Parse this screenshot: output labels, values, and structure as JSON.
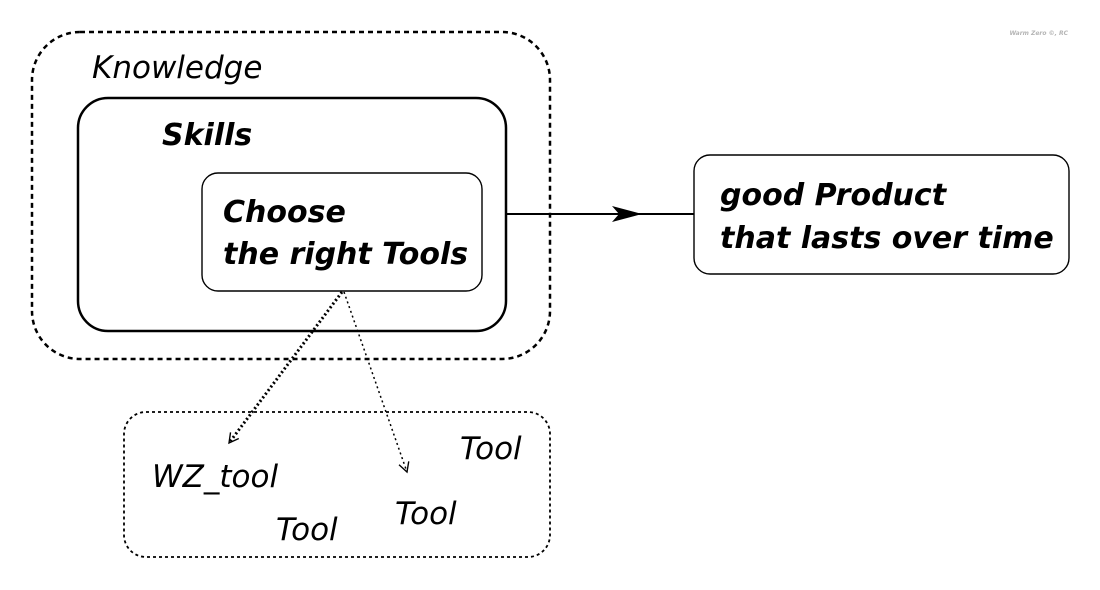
{
  "watermark": "Warm Zero ©, RC",
  "knowledge": {
    "label": "Knowledge"
  },
  "skills": {
    "label": "Skills"
  },
  "choose": {
    "line1": "Choose",
    "line2": "the right Tools"
  },
  "product": {
    "line1": "good Product",
    "line2": "that lasts over time"
  },
  "tools": {
    "items": [
      "WZ_tool",
      "Tool",
      "Tool",
      "Tool"
    ]
  },
  "colors": {
    "stroke": "#000000",
    "background": "#ffffff",
    "watermark": "#b5b5b5"
  }
}
